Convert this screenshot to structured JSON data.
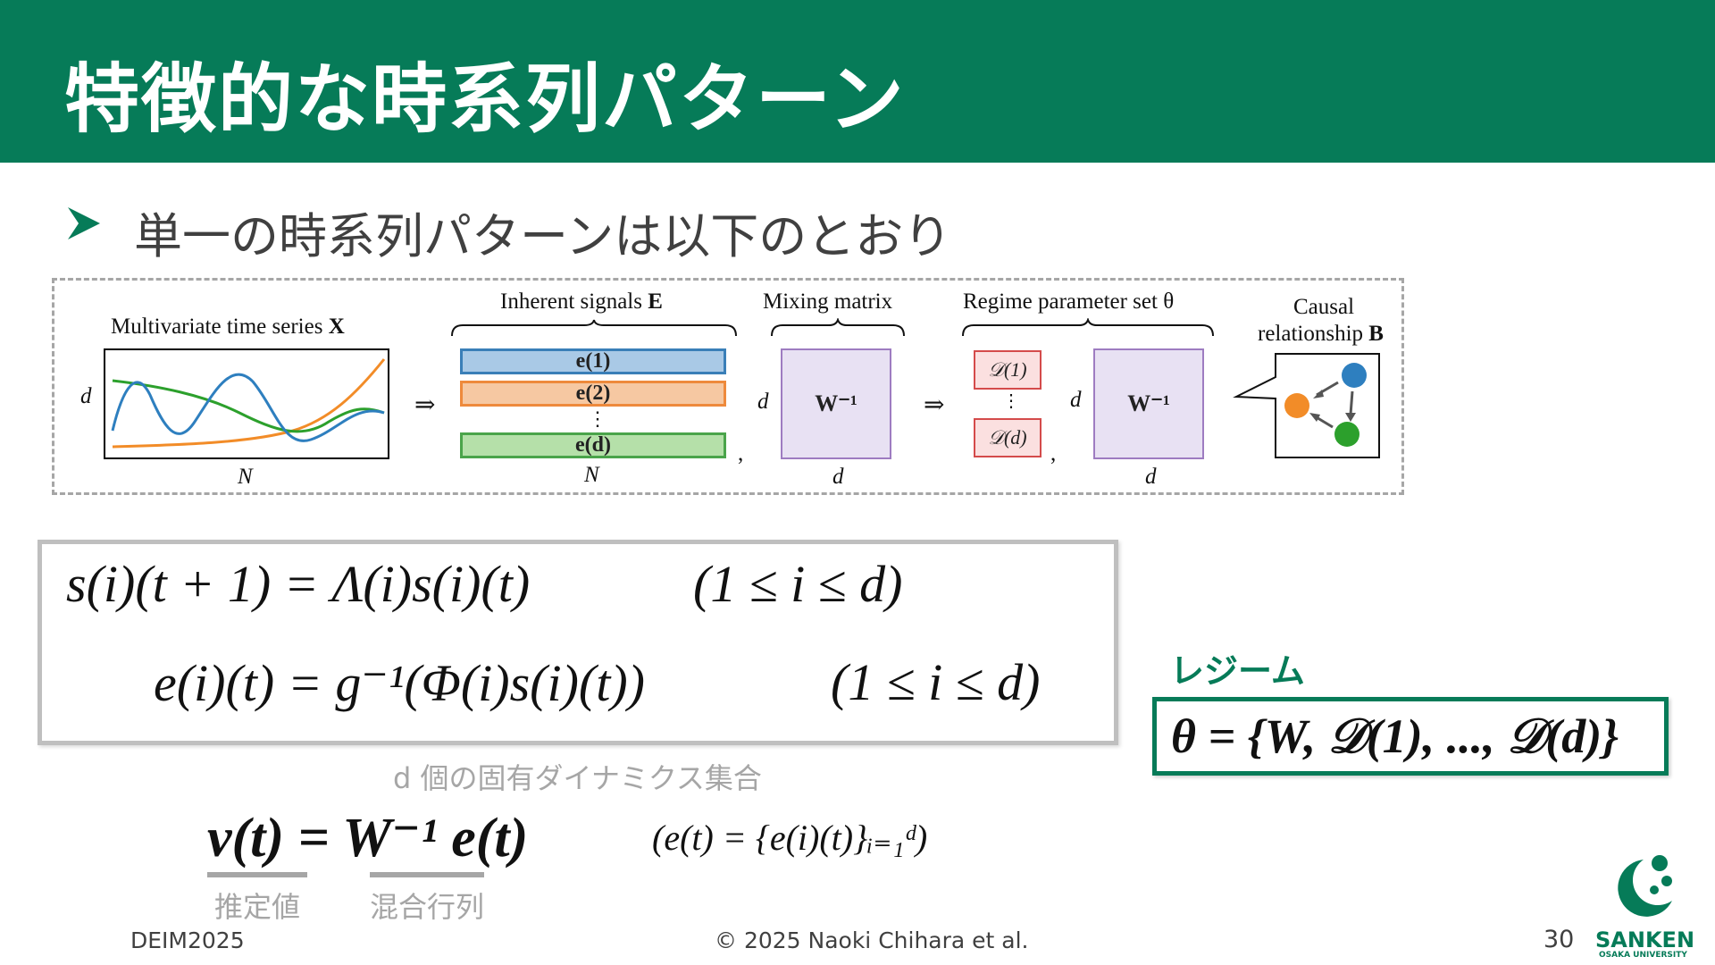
{
  "header": {
    "title": "特徴的な時系列パターン"
  },
  "subtitle": "単一の時系列パターンは以下のとおり",
  "diagram": {
    "ts_title": "Multivariate time series",
    "ts_symbol": "X",
    "ts_dim": "d",
    "ts_len": "N",
    "arrow": "⇒",
    "signals_title": "Inherent signals",
    "signals_symbol": "E",
    "signals": [
      "e(1)",
      "e(2)",
      "e(d)"
    ],
    "dots": "⋮",
    "signals_len": "N",
    "comma": ",",
    "mixing_title": "Mixing matrix",
    "w_label": "W⁻¹",
    "dim": "d",
    "regime_title": "Regime parameter set θ",
    "d_boxes": [
      "𝒟(1)",
      "𝒟(d)"
    ],
    "causal_title_1": "Causal",
    "causal_title_2": "relationship",
    "causal_symbol": "B"
  },
  "equations": {
    "eq1_lhs": "s(i)(t + 1) = Λ(i)s(i)(t)",
    "eq1_cond": "(1 ≤ i ≤ d)",
    "eq2_lhs": "e(i)(t) = g⁻¹(Φ(i)s(i)(t))",
    "eq2_cond": "(1 ≤ i ≤ d)",
    "note": "d 個の固有ダイナミクス集合",
    "eq3": "v(t) = W⁻¹ e(t)",
    "eq3_cond": "(e(t) = {e(i)(t)}ᵢ₌₁ᵈ)",
    "label_estimate": "推定値",
    "label_mixing": "混合行列"
  },
  "regime": {
    "label": "レジーム",
    "formula": "θ = {W, 𝒟(1), ..., 𝒟(d)}"
  },
  "footer": {
    "left": "DEIM2025",
    "center": "© 2025 Naoki Chihara et al.",
    "page": "30",
    "logo_text": "SANKEN",
    "logo_sub": "OSAKA UNIVERSITY"
  },
  "colors": {
    "header": "#067b58",
    "blue": "#2e7fbf",
    "orange": "#f28c28",
    "green": "#2ca02c",
    "purple_fill": "#e8e1f3",
    "red_fill": "#fbe0e0"
  }
}
